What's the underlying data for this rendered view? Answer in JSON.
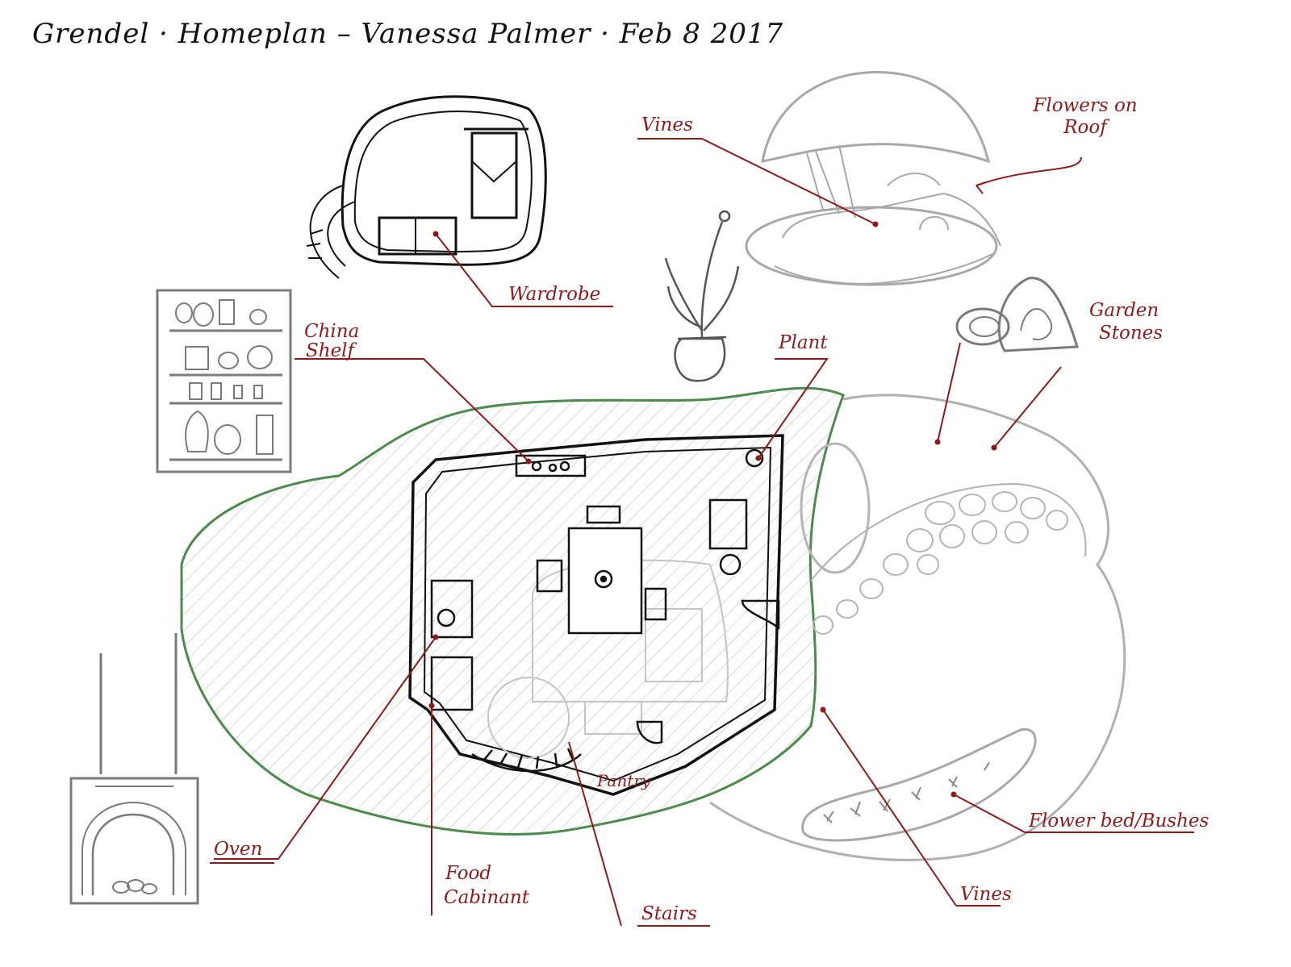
{
  "title": "Grendel · Homeplan – Vanessa Palmer · Feb 8 2017",
  "colors": {
    "annotation": "#8e1b1b",
    "garden_outline": "#4d8a4d",
    "sketch_gray": "#a8a8a8",
    "ink": "#111111"
  },
  "labels": {
    "wardrobe": "Wardrobe",
    "china_shelf_1": "China",
    "china_shelf_2": "Shelf",
    "vines_top": "Vines",
    "flowers_roof_1": "Flowers on",
    "flowers_roof_2": "Roof",
    "plant": "Plant",
    "garden_stones_1": "Garden",
    "garden_stones_2": "Stones",
    "oven": "Oven",
    "food_cabinet_1": "Food",
    "food_cabinet_2": "Cabinant",
    "pantry": "Pantry",
    "stairs": "Stairs",
    "vines_bottom": "Vines",
    "flower_bed": "Flower bed/Bushes"
  }
}
